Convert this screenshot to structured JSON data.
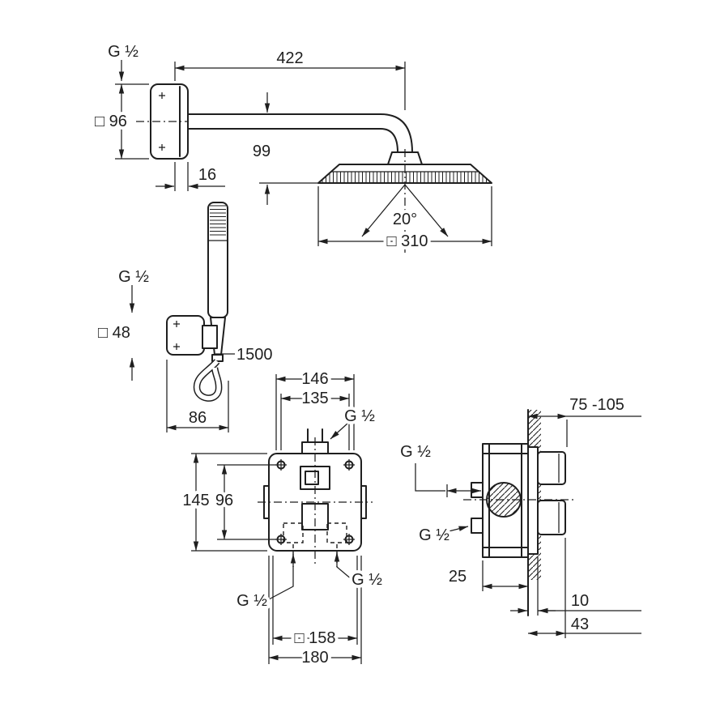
{
  "head_shower": {
    "thread": "G ½",
    "arm_length": "422",
    "flange_size": "□ 96",
    "flange_depth": "16",
    "drop": "99",
    "spray_angle": "20°",
    "head_width": "□ 310"
  },
  "hand_shower": {
    "thread": "G ½",
    "flange_size": "□ 48",
    "hose_length": "1500",
    "projection": "86"
  },
  "mixer_front": {
    "width_146": "146",
    "width_135": "135",
    "thread_top": "G ½",
    "height_145": "145",
    "height_96": "96",
    "thread_bottom_left": "G ½",
    "thread_bottom_right": "G ½",
    "plate_size": "□ 158",
    "width_180": "180"
  },
  "mixer_side": {
    "install_depth_range": "75 -105",
    "thread_top": "G ½",
    "thread_bottom": "G ½",
    "depth_25": "25",
    "depth_10": "10",
    "depth_43": "43"
  }
}
